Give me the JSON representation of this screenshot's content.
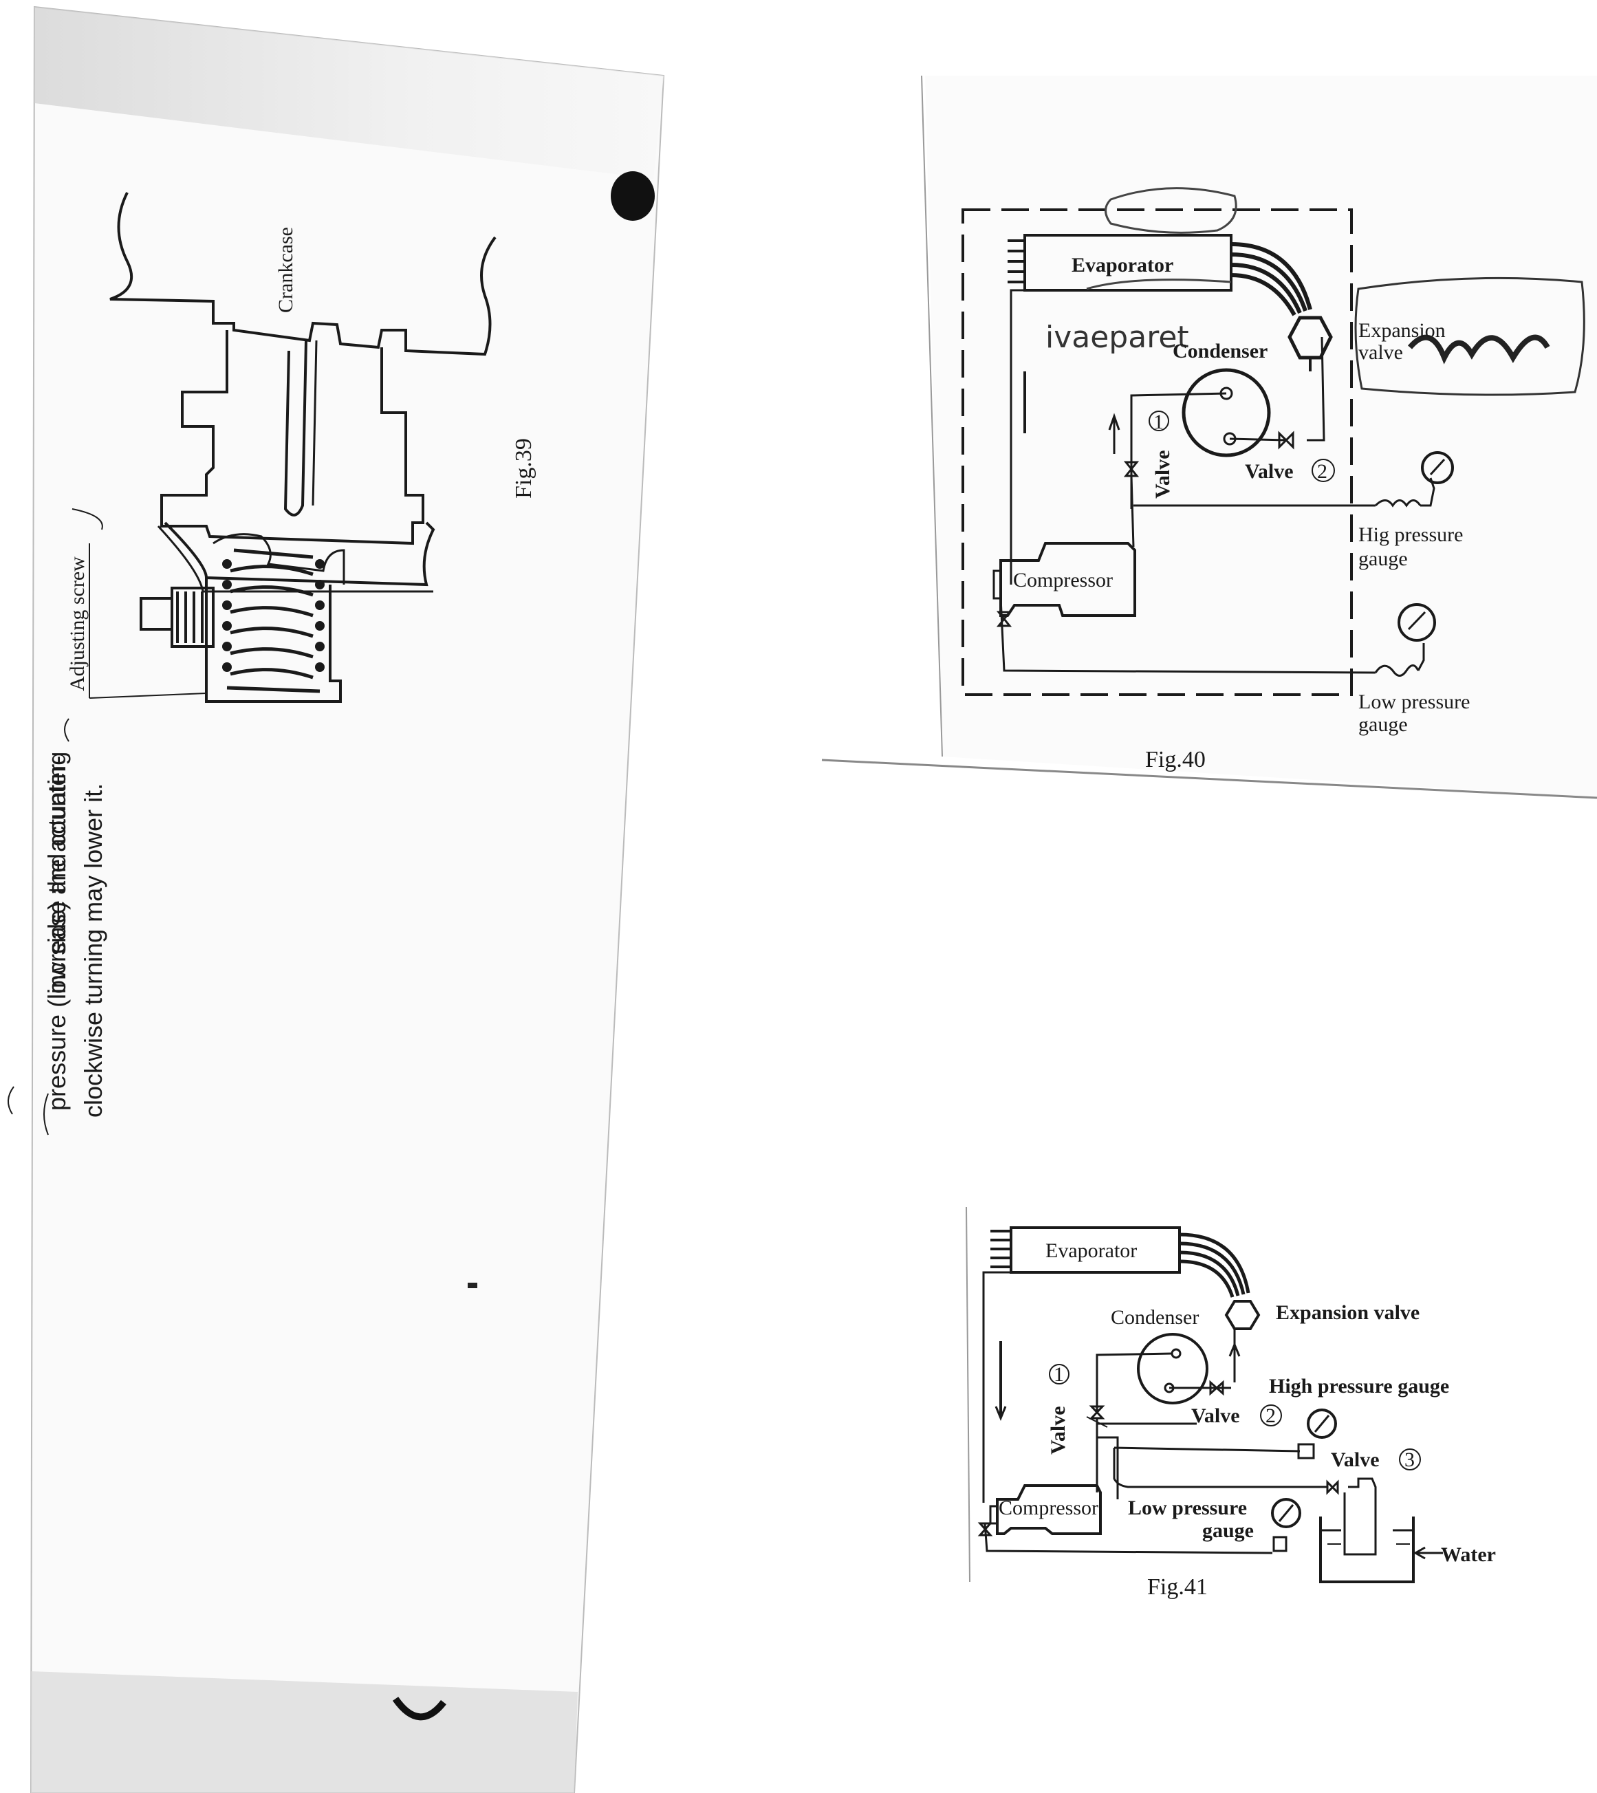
{
  "fig39": {
    "label": "Fig.39",
    "crankcase": "Crankcase",
    "adjusting_screw": "Adjusting screw",
    "text_line1": "increase the actuating",
    "text_line2": "pressure (low side) and counter-",
    "text_line3": "clockwise turning may lower it."
  },
  "fig40": {
    "label": "Fig.40",
    "evaporator": "Evaporator",
    "condenser": "Condenser",
    "expansion_valve_1": "Expansion",
    "expansion_valve_2": "valve",
    "valve1": "Valve",
    "valve1_num": "1",
    "valve2": "Valve",
    "valve2_num": "2",
    "high_gauge_1": "Hig pressure",
    "high_gauge_2": "gauge",
    "low_gauge_1": "Low pressure",
    "low_gauge_2": "gauge",
    "compressor": "Compressor",
    "handwriting": "ivaeparet"
  },
  "fig41": {
    "label": "Fig.41",
    "evaporator": "Evaporator",
    "condenser": "Condenser",
    "expansion_valve": "Expansion valve",
    "high_gauge": "High pressure gauge",
    "valve1": "Valve",
    "valve1_num": "1",
    "valve2": "Valve",
    "valve2_num": "2",
    "valve3": "Valve",
    "valve3_num": "3",
    "compressor": "Compressor",
    "low_gauge_1": "Low pressure",
    "low_gauge_2": "gauge",
    "water": "Water"
  }
}
